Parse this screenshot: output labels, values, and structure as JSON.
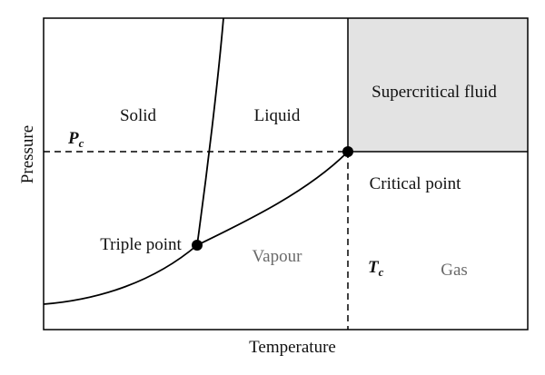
{
  "axes": {
    "xlabel": "Temperature",
    "ylabel": "Pressure"
  },
  "regions": {
    "solid": "Solid",
    "liquid": "Liquid",
    "supercritical": "Supercritical fluid",
    "vapour": "Vapour",
    "gas": "Gas"
  },
  "points": {
    "critical": "Critical point",
    "triple": "Triple point"
  },
  "markers": {
    "pc": {
      "base": "P",
      "sub": "c"
    },
    "tc": {
      "base": "T",
      "sub": "c"
    }
  },
  "colors": {
    "line": "#000000",
    "supercritical_fill": "#e3e3e3",
    "faint_text": "#6a6a6a"
  }
}
